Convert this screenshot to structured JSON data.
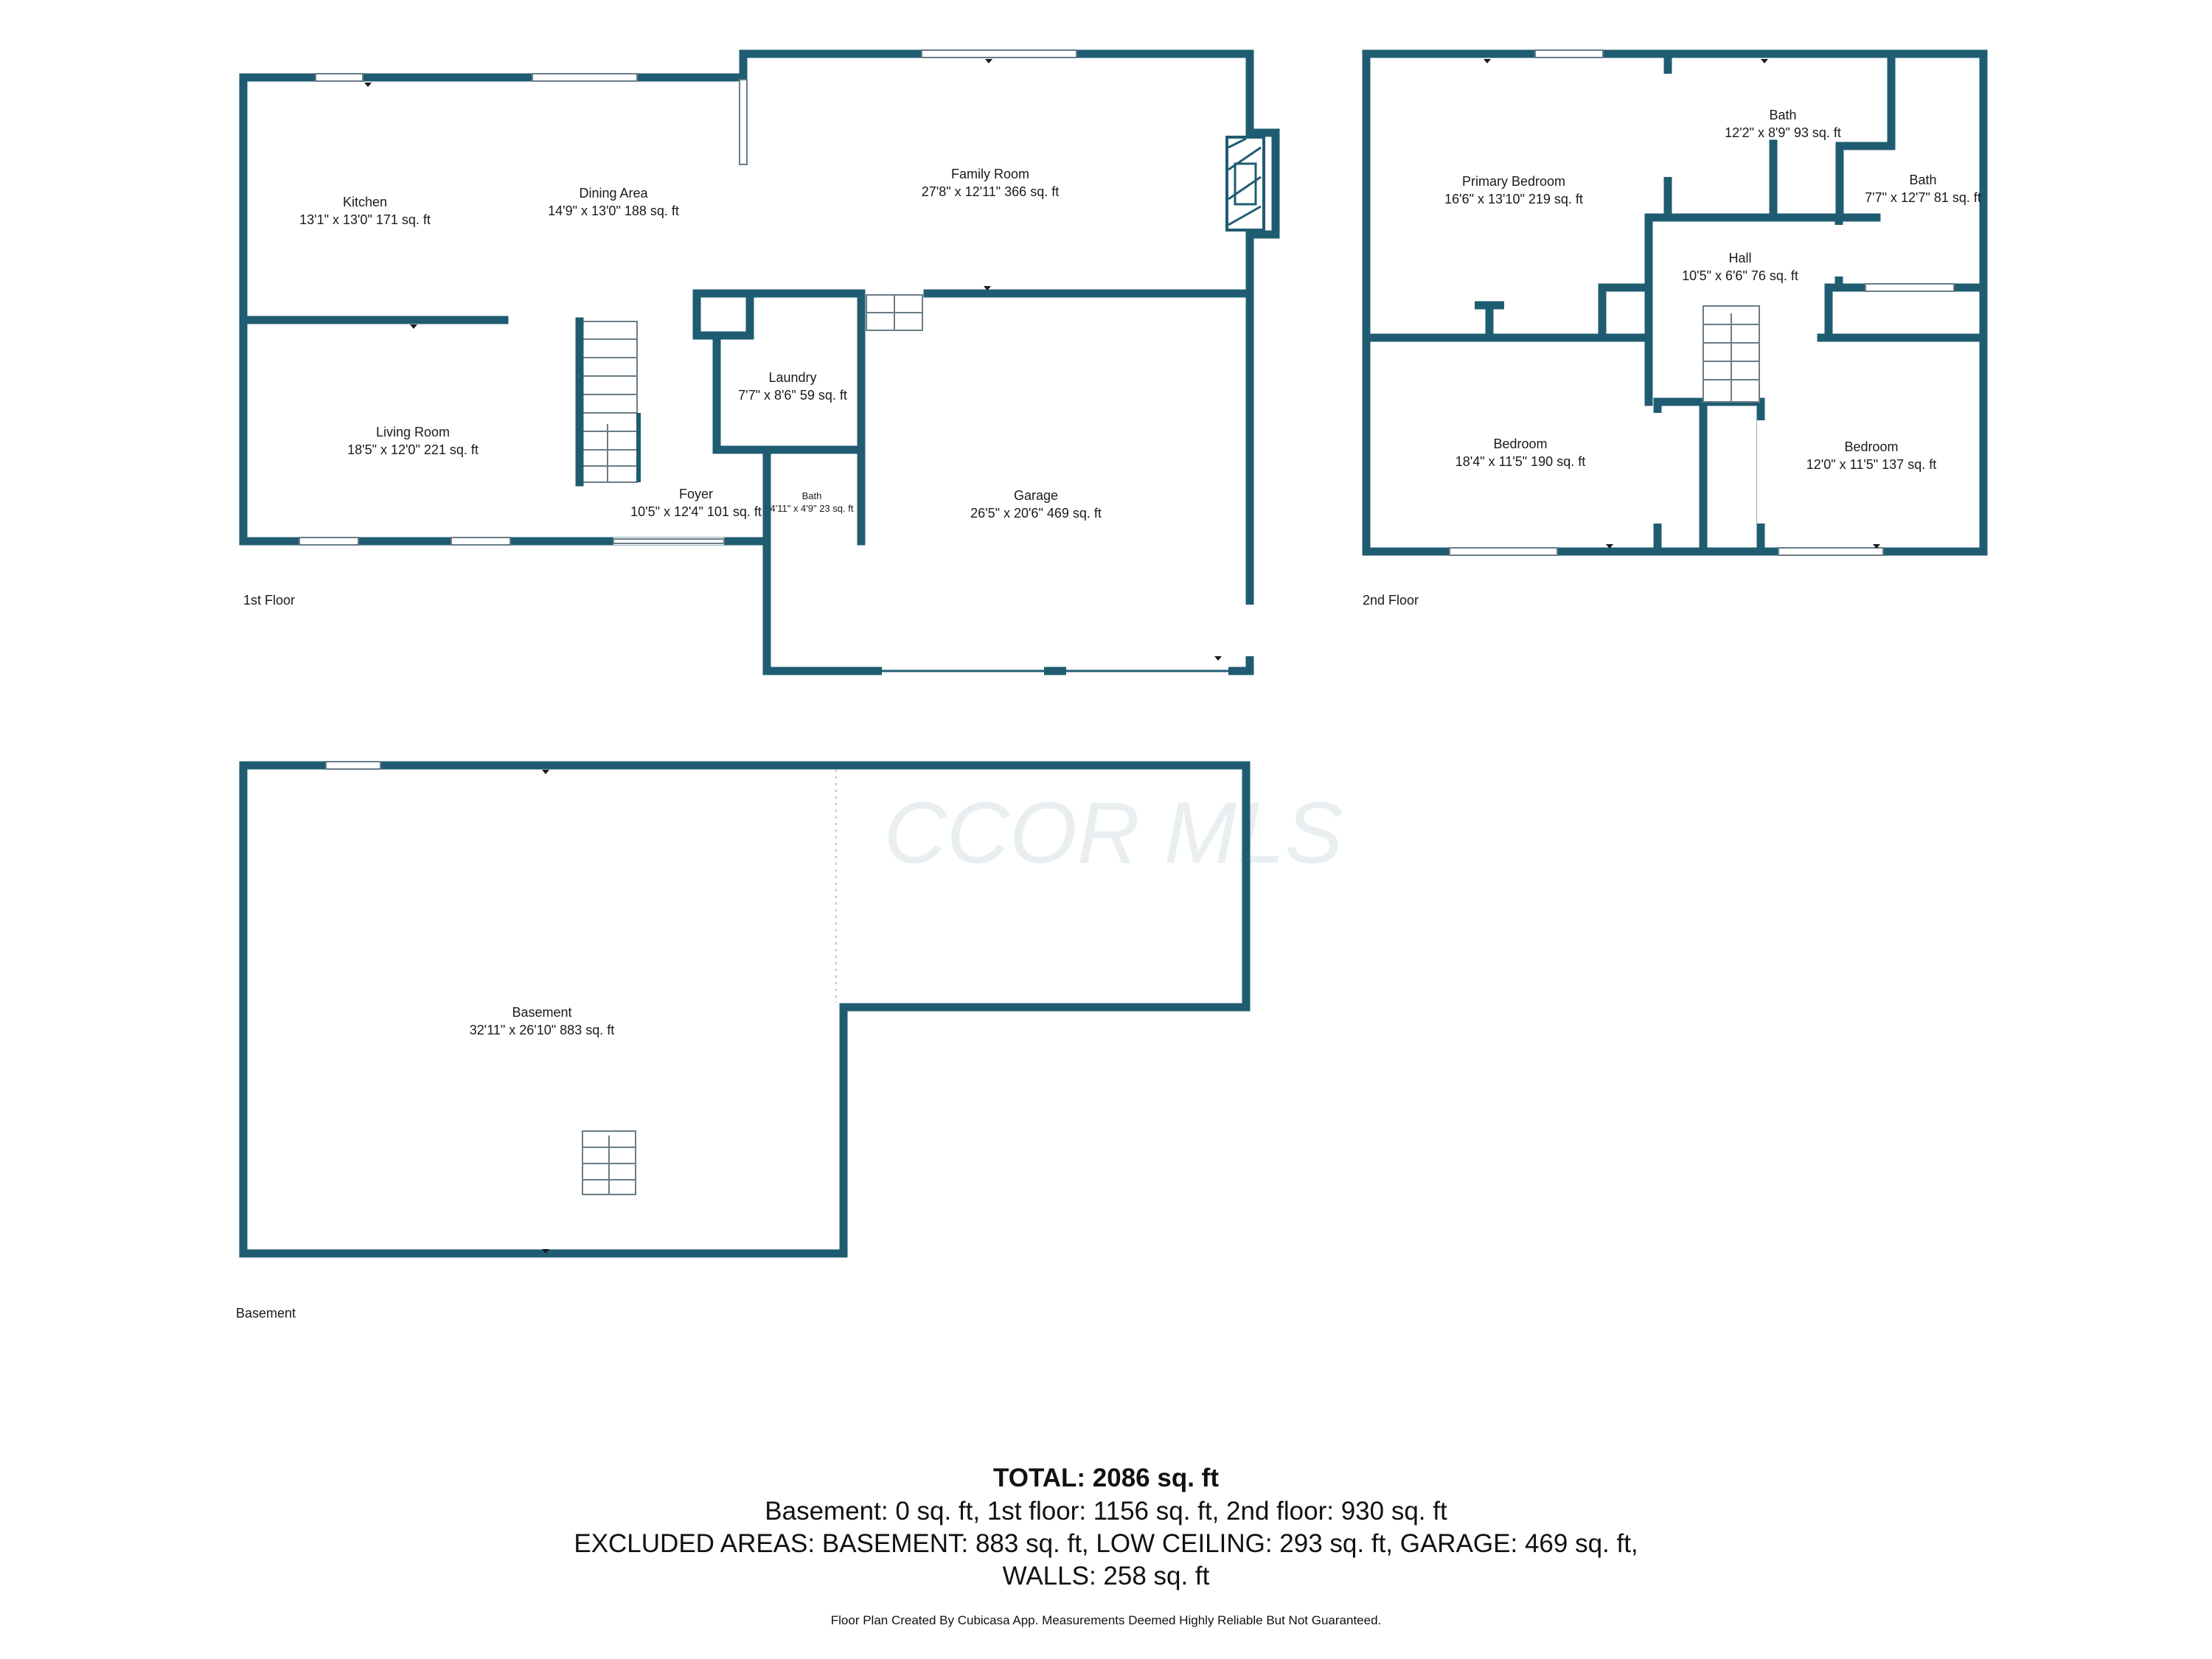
{
  "watermark": "CCOR MLS",
  "floors": {
    "first": {
      "label": "1st Floor",
      "rooms": {
        "kitchen": {
          "name": "Kitchen",
          "dims": "13'1\" x 13'0\" 171 sq. ft"
        },
        "dining": {
          "name": "Dining Area",
          "dims": "14'9\" x 13'0\" 188 sq. ft"
        },
        "family": {
          "name": "Family Room",
          "dims": "27'8\" x 12'11\" 366 sq. ft"
        },
        "living": {
          "name": "Living Room",
          "dims": "18'5\" x 12'0\" 221 sq. ft"
        },
        "laundry": {
          "name": "Laundry",
          "dims": "7'7\" x 8'6\" 59 sq. ft"
        },
        "foyer": {
          "name": "Foyer",
          "dims": "10'5\" x 12'4\" 101 sq. ft"
        },
        "bath": {
          "name": "Bath",
          "dims": "4'11\" x 4'9\" 23 sq. ft"
        },
        "garage": {
          "name": "Garage",
          "dims": "26'5\" x 20'6\" 469 sq. ft"
        }
      }
    },
    "second": {
      "label": "2nd Floor",
      "rooms": {
        "primary": {
          "name": "Primary Bedroom",
          "dims": "16'6\" x 13'10\" 219 sq. ft"
        },
        "bath1": {
          "name": "Bath",
          "dims": "12'2\" x 8'9\" 93 sq. ft"
        },
        "bath2": {
          "name": "Bath",
          "dims": "7'7\" x 12'7\" 81 sq. ft"
        },
        "hall": {
          "name": "Hall",
          "dims": "10'5\" x 6'6\" 76 sq. ft"
        },
        "bedroom1": {
          "name": "Bedroom",
          "dims": "18'4\" x 11'5\" 190 sq. ft"
        },
        "bedroom2": {
          "name": "Bedroom",
          "dims": "12'0\" x 11'5\" 137 sq. ft"
        }
      }
    },
    "basement": {
      "label": "Basement",
      "rooms": {
        "basement": {
          "name": "Basement",
          "dims": "32'11\" x 26'10\" 883 sq. ft"
        }
      }
    }
  },
  "summary": {
    "total": "TOTAL: 2086 sq. ft",
    "line1": "Basement: 0 sq. ft, 1st floor: 1156 sq. ft, 2nd floor: 930 sq. ft",
    "line2": "EXCLUDED AREAS: BASEMENT: 883 sq. ft, LOW CEILING: 293 sq. ft, GARAGE: 469 sq. ft,",
    "line3": "WALLS: 258 sq. ft",
    "credit": "Floor Plan Created By Cubicasa App. Measurements Deemed Highly Reliable But Not Guaranteed."
  }
}
